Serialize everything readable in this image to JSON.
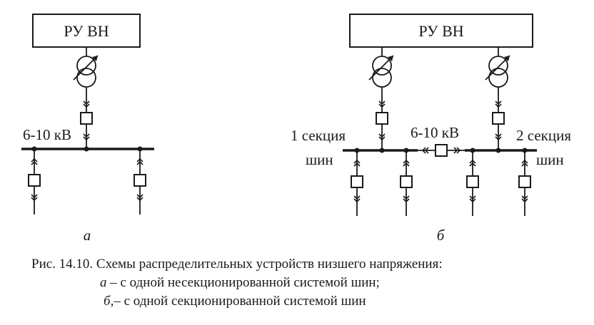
{
  "diagram_a": {
    "box_label": "РУ ВН",
    "voltage_label": "6-10 кВ",
    "sub_label": "а"
  },
  "diagram_b": {
    "box_label": "РУ ВН",
    "voltage_label": "6-10 кВ",
    "section1_line1": "1 секция",
    "section1_line2": "шин",
    "section2_line1": "2 секция",
    "section2_line2": "шин",
    "sub_label": "б"
  },
  "caption": {
    "line1": "Рис. 14.10. Схемы распределительных устройств низшего напряжения:",
    "line2_letter": "а",
    "line2_text": " – с одной несекционированной системой шин;",
    "line3_letter": "б",
    "line3_text": ",– с одной секционированной системой шин"
  }
}
